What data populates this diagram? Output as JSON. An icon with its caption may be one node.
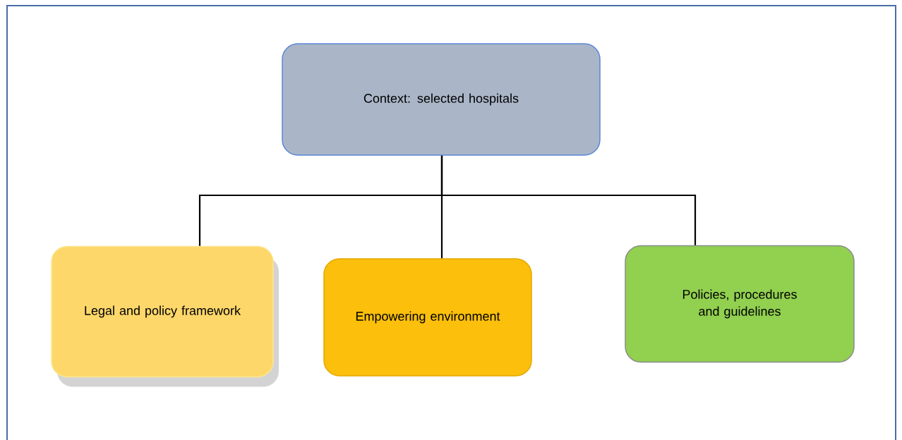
{
  "diagram": {
    "nodes": [
      {
        "text": [
          "Context: selected hospitals"
        ]
      },
      {
        "text": [
          "Legal and policy framework"
        ]
      },
      {
        "text": [
          "Empowering environment"
        ]
      },
      {
        "text": [
          "Policies, procedures and guidelines"
        ]
      }
    ],
    "edges": [
      {
        "from": 0,
        "to": 1,
        "arrow": "none"
      },
      {
        "from": 0,
        "to": 2,
        "arrow": "none"
      },
      {
        "from": 0,
        "to": 3,
        "arrow": "none"
      }
    ]
  }
}
